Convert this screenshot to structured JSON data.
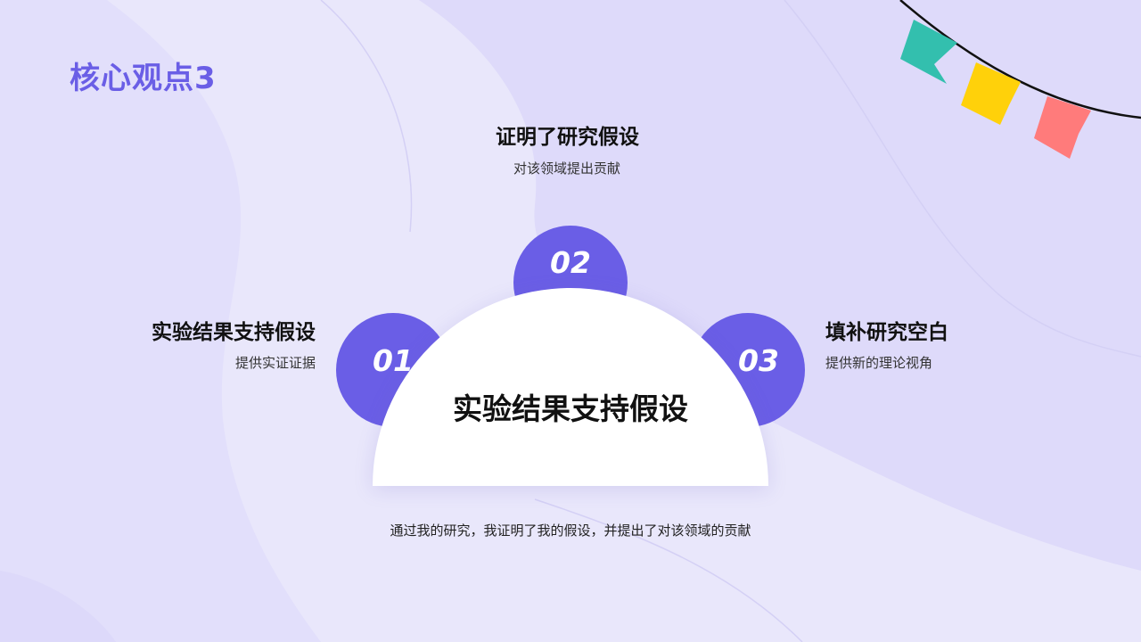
{
  "slide": {
    "title": "核心观点3",
    "center_label": "实验结果支持假设",
    "bottom_text": "通过我的研究，我证明了我的假设，并提出了对该领域的贡献"
  },
  "points": [
    {
      "number": "01",
      "title": "实验结果支持假设",
      "subtitle": "提供实证证据"
    },
    {
      "number": "02",
      "title": "证明了研究假设",
      "subtitle": "对该领域提出贡献"
    },
    {
      "number": "03",
      "title": "填补研究空白",
      "subtitle": "提供新的理论视角"
    }
  ],
  "colors": {
    "accent": "#6a5ee6",
    "background": "#e8e6fb",
    "flag_teal": "#33bfae",
    "flag_yellow": "#ffd10a",
    "flag_red": "#ff7b7b"
  }
}
